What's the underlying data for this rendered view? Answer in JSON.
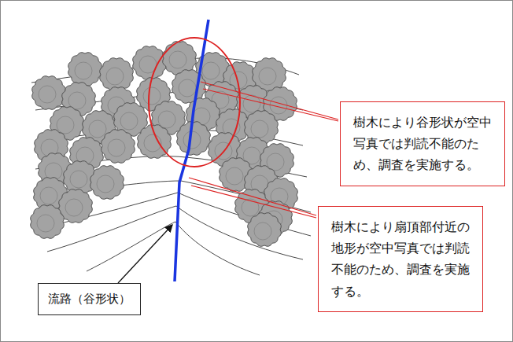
{
  "diagram": {
    "nodes": [
      {
        "text": [
          "樹木により谷形状が空中写真では判読不能のため、調査を実施する。"
        ]
      },
      {
        "text": [
          "樹木により扇頂部付近の地形が空中写真では判読不能のため、調査を実施する。"
        ]
      },
      {
        "text": [
          "流路（谷形状）"
        ]
      }
    ]
  }
}
